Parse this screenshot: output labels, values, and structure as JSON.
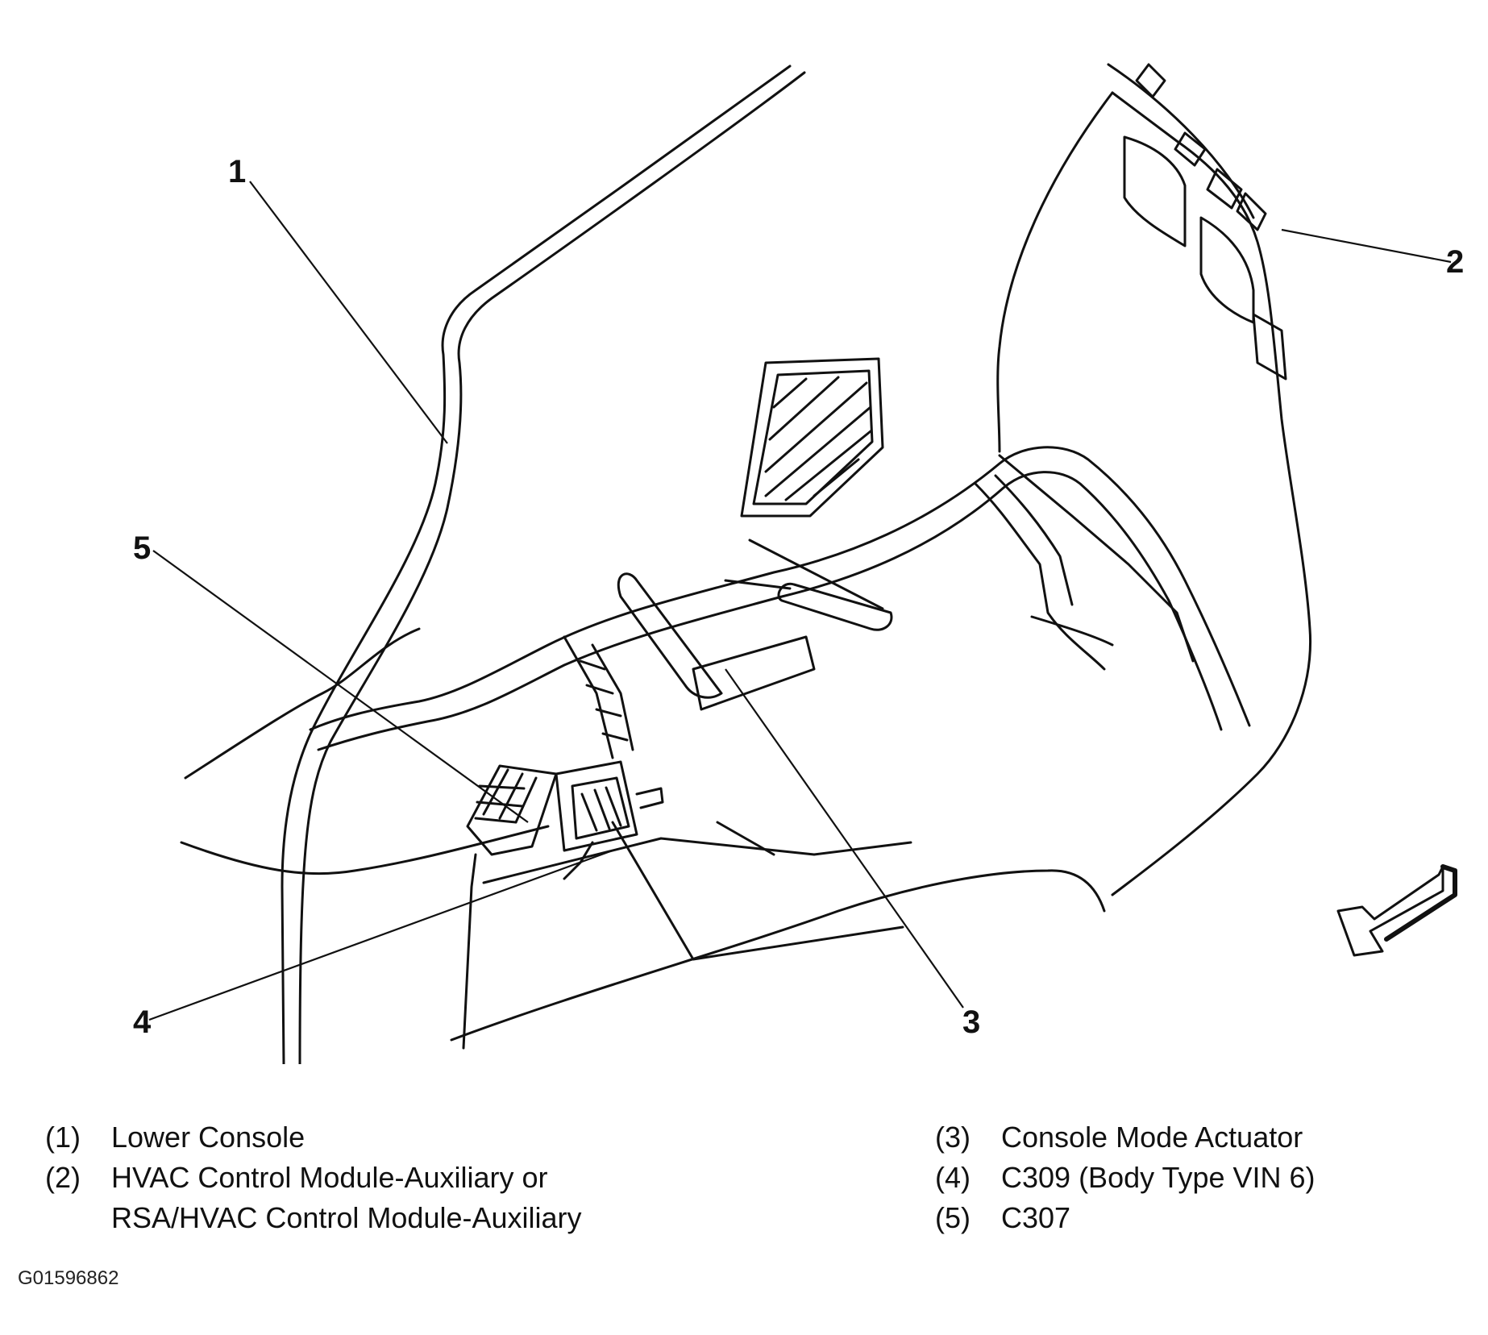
{
  "diagram": {
    "callouts": [
      "1",
      "2",
      "3",
      "4",
      "5"
    ]
  },
  "legend": {
    "left": [
      {
        "num": "(1)",
        "lines": [
          "Lower Console"
        ]
      },
      {
        "num": "(2)",
        "lines": [
          "HVAC Control Module-Auxiliary or",
          "RSA/HVAC Control Module-Auxiliary"
        ]
      }
    ],
    "right": [
      {
        "num": "(3)",
        "lines": [
          "Console Mode Actuator"
        ]
      },
      {
        "num": "(4)",
        "lines": [
          "C309 (Body Type VIN 6)"
        ]
      },
      {
        "num": "(5)",
        "lines": [
          "C307"
        ]
      }
    ]
  },
  "figure_id": "G01596862",
  "colors": {
    "line": "#111111",
    "background": "#ffffff"
  }
}
